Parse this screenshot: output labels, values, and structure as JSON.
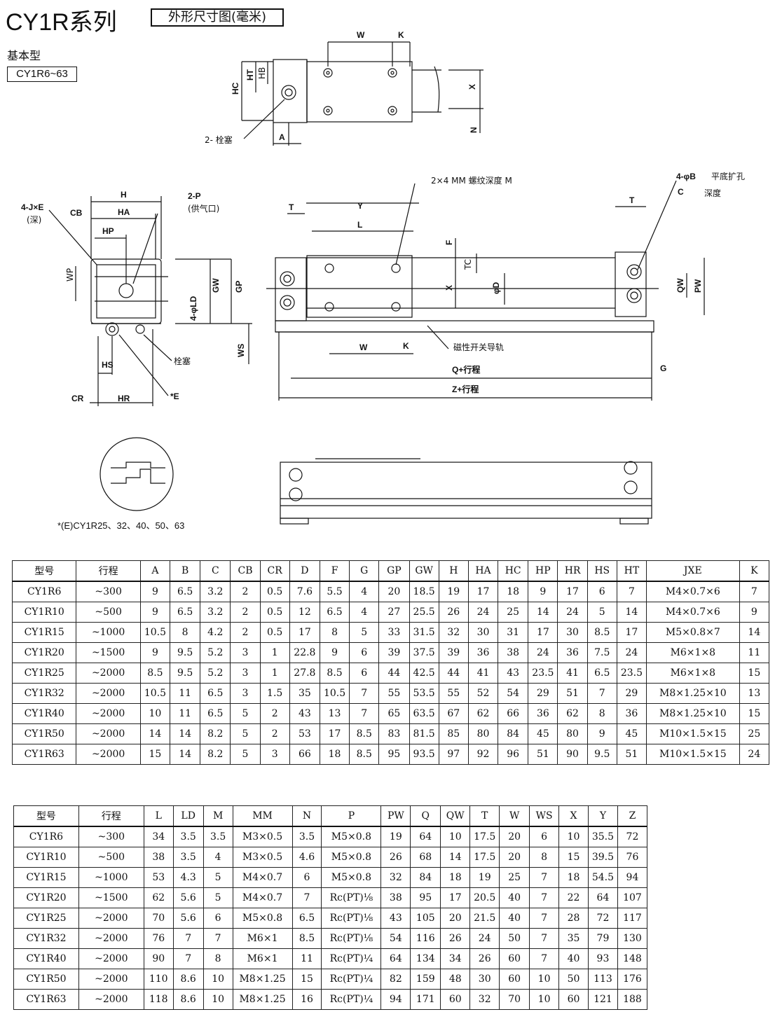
{
  "header": {
    "title": "CY1R系列",
    "subtitle": "外形尺寸图(毫米)",
    "type_label": "基本型",
    "range_label": "CY1R6~63"
  },
  "drawing_labels": {
    "top": [
      "W",
      "K",
      "HC",
      "HT",
      "HB",
      "X",
      "N",
      "2- 栓塞",
      "A"
    ],
    "end_view": [
      "H",
      "2-P",
      "(供气口)",
      "4-J×E",
      "(深)",
      "CB",
      "HA",
      "HP",
      "WP",
      "GW",
      "GP",
      "4-φLD",
      "WS",
      "HS",
      "CR",
      "HR",
      "栓塞",
      "*E"
    ],
    "front_view": [
      "T",
      "Y",
      "L",
      "2×4 MM 螺纹深度 M",
      "F",
      "TC",
      "X",
      "φD",
      "W",
      "K",
      "磁性开关导轨",
      "Q+行程",
      "G",
      "Z+行程",
      "4-φB 平底扩孔",
      "C 深度",
      "T",
      "QW",
      "PW"
    ]
  },
  "footnote": "*(E)CY1R25、32、40、50、63",
  "table1": {
    "headers": [
      "型号",
      "行程",
      "A",
      "B",
      "C",
      "CB",
      "CR",
      "D",
      "F",
      "G",
      "GP",
      "GW",
      "H",
      "HA",
      "HC",
      "HP",
      "HR",
      "HS",
      "HT",
      "JXE",
      "K"
    ],
    "rows": [
      [
        "CY1R6",
        "~300",
        "9",
        "6.5",
        "3.2",
        "2",
        "0.5",
        "7.6",
        "5.5",
        "4",
        "20",
        "18.5",
        "19",
        "17",
        "18",
        "9",
        "17",
        "6",
        "7",
        "M4×0.7×6",
        "7"
      ],
      [
        "CY1R10",
        "~500",
        "9",
        "6.5",
        "3.2",
        "2",
        "0.5",
        "12",
        "6.5",
        "4",
        "27",
        "25.5",
        "26",
        "24",
        "25",
        "14",
        "24",
        "5",
        "14",
        "M4×0.7×6",
        "9"
      ],
      [
        "CY1R15",
        "~1000",
        "10.5",
        "8",
        "4.2",
        "2",
        "0.5",
        "17",
        "8",
        "5",
        "33",
        "31.5",
        "32",
        "30",
        "31",
        "17",
        "30",
        "8.5",
        "17",
        "M5×0.8×7",
        "14"
      ],
      [
        "CY1R20",
        "~1500",
        "9",
        "9.5",
        "5.2",
        "3",
        "1",
        "22.8",
        "9",
        "6",
        "39",
        "37.5",
        "39",
        "36",
        "38",
        "24",
        "36",
        "7.5",
        "24",
        "M6×1×8",
        "11"
      ],
      [
        "CY1R25",
        "~2000",
        "8.5",
        "9.5",
        "5.2",
        "3",
        "1",
        "27.8",
        "8.5",
        "6",
        "44",
        "42.5",
        "44",
        "41",
        "43",
        "23.5",
        "41",
        "6.5",
        "23.5",
        "M6×1×8",
        "15"
      ],
      [
        "CY1R32",
        "~2000",
        "10.5",
        "11",
        "6.5",
        "3",
        "1.5",
        "35",
        "10.5",
        "7",
        "55",
        "53.5",
        "55",
        "52",
        "54",
        "29",
        "51",
        "7",
        "29",
        "M8×1.25×10",
        "13"
      ],
      [
        "CY1R40",
        "~2000",
        "10",
        "11",
        "6.5",
        "5",
        "2",
        "43",
        "13",
        "7",
        "65",
        "63.5",
        "67",
        "62",
        "66",
        "36",
        "62",
        "8",
        "36",
        "M8×1.25×10",
        "15"
      ],
      [
        "CY1R50",
        "~2000",
        "14",
        "14",
        "8.2",
        "5",
        "2",
        "53",
        "17",
        "8.5",
        "83",
        "81.5",
        "85",
        "80",
        "84",
        "45",
        "80",
        "9",
        "45",
        "M10×1.5×15",
        "25"
      ],
      [
        "CY1R63",
        "~2000",
        "15",
        "14",
        "8.2",
        "5",
        "3",
        "66",
        "18",
        "8.5",
        "95",
        "93.5",
        "97",
        "92",
        "96",
        "51",
        "90",
        "9.5",
        "51",
        "M10×1.5×15",
        "24"
      ]
    ]
  },
  "table2": {
    "headers": [
      "型号",
      "行程",
      "L",
      "LD",
      "M",
      "MM",
      "N",
      "P",
      "PW",
      "Q",
      "QW",
      "T",
      "W",
      "WS",
      "X",
      "Y",
      "Z"
    ],
    "rows": [
      [
        "CY1R6",
        "~300",
        "34",
        "3.5",
        "3.5",
        "M3×0.5",
        "3.5",
        "M5×0.8",
        "19",
        "64",
        "10",
        "17.5",
        "20",
        "6",
        "10",
        "35.5",
        "72"
      ],
      [
        "CY1R10",
        "~500",
        "38",
        "3.5",
        "4",
        "M3×0.5",
        "4.6",
        "M5×0.8",
        "26",
        "68",
        "14",
        "17.5",
        "20",
        "8",
        "15",
        "39.5",
        "76"
      ],
      [
        "CY1R15",
        "~1000",
        "53",
        "4.3",
        "5",
        "M4×0.7",
        "6",
        "M5×0.8",
        "32",
        "84",
        "18",
        "19",
        "25",
        "7",
        "18",
        "54.5",
        "94"
      ],
      [
        "CY1R20",
        "~1500",
        "62",
        "5.6",
        "5",
        "M4×0.7",
        "7",
        "Rc(PT)⅛",
        "38",
        "95",
        "17",
        "20.5",
        "40",
        "7",
        "22",
        "64",
        "107"
      ],
      [
        "CY1R25",
        "~2000",
        "70",
        "5.6",
        "6",
        "M5×0.8",
        "6.5",
        "Rc(PT)⅛",
        "43",
        "105",
        "20",
        "21.5",
        "40",
        "7",
        "28",
        "72",
        "117"
      ],
      [
        "CY1R32",
        "~2000",
        "76",
        "7",
        "7",
        "M6×1",
        "8.5",
        "Rc(PT)⅛",
        "54",
        "116",
        "26",
        "24",
        "50",
        "7",
        "35",
        "79",
        "130"
      ],
      [
        "CY1R40",
        "~2000",
        "90",
        "7",
        "8",
        "M6×1",
        "11",
        "Rc(PT)¼",
        "64",
        "134",
        "34",
        "26",
        "60",
        "7",
        "40",
        "93",
        "148"
      ],
      [
        "CY1R50",
        "~2000",
        "110",
        "8.6",
        "10",
        "M8×1.25",
        "15",
        "Rc(PT)¼",
        "82",
        "159",
        "48",
        "30",
        "60",
        "10",
        "50",
        "113",
        "176"
      ],
      [
        "CY1R63",
        "~2000",
        "118",
        "8.6",
        "10",
        "M8×1.25",
        "16",
        "Rc(PT)¼",
        "94",
        "171",
        "60",
        "32",
        "70",
        "10",
        "60",
        "121",
        "188"
      ]
    ]
  }
}
